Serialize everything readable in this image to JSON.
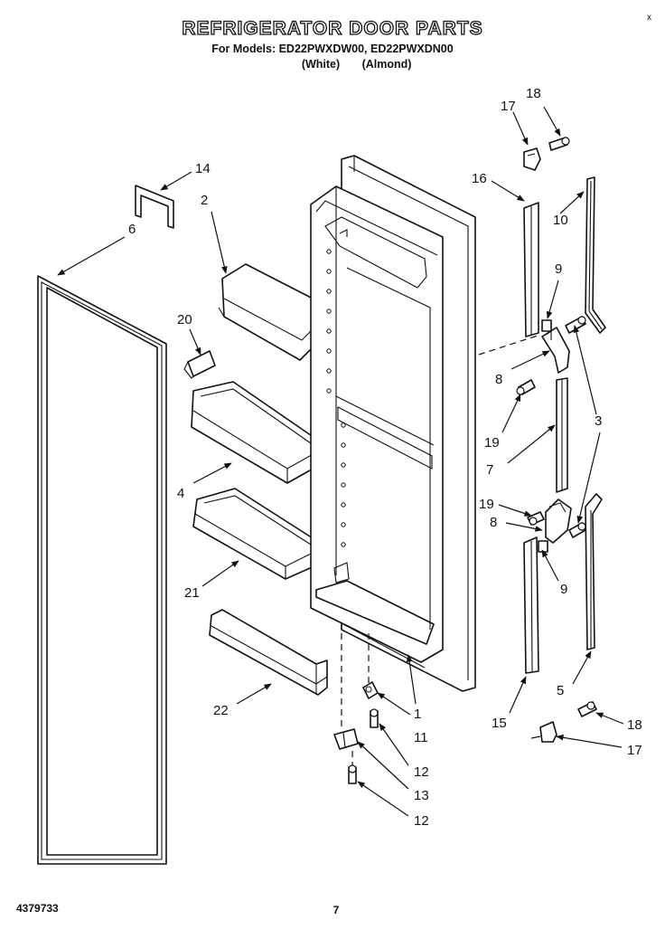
{
  "header": {
    "title": "REFRIGERATOR DOOR PARTS",
    "models_line": "For Models: ED22PWXDW00, ED22PWXDN00",
    "white_label": "(White)",
    "almond_label": "(Almond)",
    "corner_mark": "x"
  },
  "footer": {
    "doc_number": "4379733",
    "page_number": "7"
  },
  "callouts": {
    "c18_top": "18",
    "c17_top": "17",
    "c16": "16",
    "c14": "14",
    "c2": "2",
    "c6": "6",
    "c10": "10",
    "c9_upper": "9",
    "c8_upper": "8",
    "c20": "20",
    "c3": "3",
    "c19_upper": "19",
    "c7": "7",
    "c4": "4",
    "c19_lower": "19",
    "c8_lower": "8",
    "c9_lower": "9",
    "c21": "21",
    "c5": "5",
    "c1": "1",
    "c22": "22",
    "c15": "15",
    "c11": "11",
    "c18_bottom": "18",
    "c17_bottom": "17",
    "c12_upper": "12",
    "c13": "13",
    "c12_lower": "12"
  }
}
